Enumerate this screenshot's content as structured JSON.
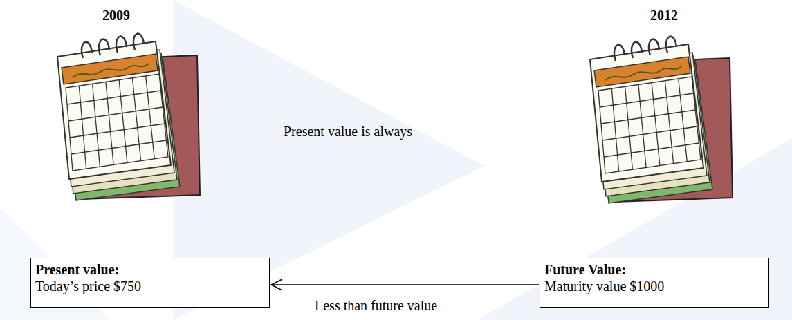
{
  "diagram": {
    "nodes": [
      {
        "text": [
          "Present value:",
          "Today’s price $750"
        ]
      },
      {
        "text": [
          "Future Value:",
          "Maturity value $1000"
        ]
      }
    ],
    "edges": [
      {
        "from": 1,
        "to": 0,
        "arrow": "to"
      }
    ],
    "labels": [
      "2009",
      "2012",
      "Present value is always",
      "Less than future value"
    ]
  }
}
